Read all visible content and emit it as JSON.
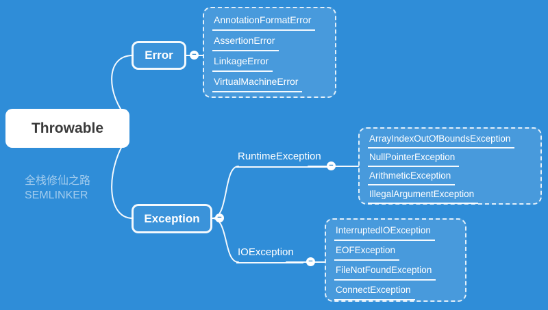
{
  "root": {
    "label": "Throwable"
  },
  "watermark": {
    "line1": "全栈修仙之路",
    "line2": "SEMLINKER"
  },
  "error": {
    "label": "Error",
    "items": [
      "AnnotationFormatError",
      "AssertionError",
      "LinkageError",
      "VirtualMachineError"
    ]
  },
  "exception": {
    "label": "Exception"
  },
  "runtime": {
    "label": "RuntimeException",
    "items": [
      "ArrayIndexOutOfBoundsException",
      "NullPointerException",
      "ArithmeticException",
      "IllegalArgumentException"
    ]
  },
  "io": {
    "label": "IOException",
    "items": [
      "InterruptedIOException",
      "EOFException",
      "FileNotFoundException",
      "ConnectException"
    ]
  },
  "icons": {
    "collapse_glyph": "−"
  },
  "colors": {
    "background": "#2F8DD8",
    "line": "#FFFFFF",
    "root_bg": "#FFFFFF",
    "root_text": "#3A3A3A",
    "node_text": "#FFFFFF",
    "container_fill": "rgba(255,255,255,0.12)"
  }
}
